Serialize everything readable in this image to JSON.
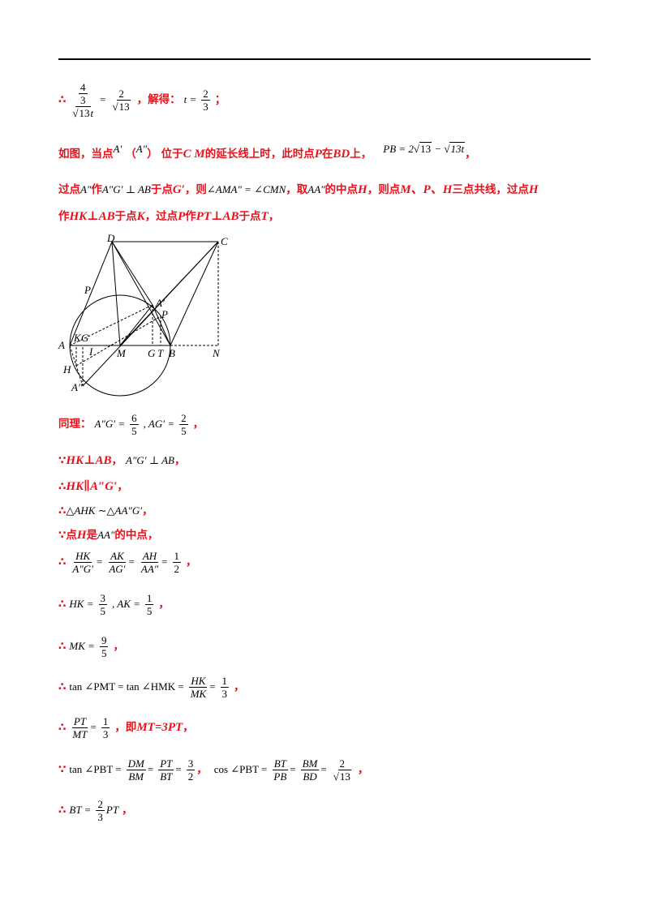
{
  "therefore": "∴",
  "because": "∵",
  "comma": "，",
  "semicolon": "；",
  "line1": {
    "frac_inner_num": "4",
    "frac_inner_den": "3",
    "frac_outer_den_coef": "13",
    "t": "t",
    "eq": "=",
    "rhs_num": "2",
    "rhs_den": "13",
    "solve_text": "，解得：",
    "t_eq": "t =",
    "t_num": "2",
    "t_den": "3"
  },
  "line2": {
    "text_a": "如图，当点",
    "a_prime": "A′",
    "paren_open": "（",
    "a_dprime": "A″",
    "paren_close": "）",
    "text_b": "位于",
    "cm": "C M",
    "text_c": "的延长线上时，此时点",
    "p": "P",
    "text_d": "在",
    "bd": "BD",
    "text_e": "上，",
    "pb_expr": "PB = 2",
    "r13": "13",
    "minus": "−",
    "r13t": "13t"
  },
  "line3": {
    "text_a": "过点",
    "a_dprime": "A″",
    "text_b": "作",
    "perp_expr": "A″G′ ⊥ AB",
    "text_c": "于点",
    "g": "G′",
    "text_d": "，则",
    "angle_expr": "∠AMA″ = ∠CMN",
    "text_e": "，取",
    "aa": "AA″",
    "text_f": "的中点",
    "h": "H",
    "text_g": "，则点",
    "mph": "M、P、H",
    "text_h": "三点共线，过点",
    "h2": "H"
  },
  "line4": {
    "text_a": "作",
    "hk": "HK⊥AB",
    "text_b": "于点",
    "k": "K",
    "text_c": "，过点",
    "p": "P",
    "text_d": "作",
    "pt": "PT⊥AB",
    "text_e": "于点",
    "t": "T",
    "text_f": "，"
  },
  "figure": {
    "labels": {
      "D": "D",
      "C": "C",
      "P_top": "P",
      "A_prime": "A′",
      "P_mid": "P",
      "A": "A",
      "K": "K",
      "G": "G",
      "I": "I",
      "M": "M",
      "G2": "G",
      "T": "T",
      "B": "B",
      "N": "N",
      "H": "H",
      "A_dprime": "A″"
    }
  },
  "same": {
    "label": "同理：",
    "expr_a": "A″G′ =",
    "n1": "6",
    "d1": "5",
    "expr_b": ", AG′ =",
    "n2": "2",
    "d2": "5"
  },
  "because_hk": {
    "hk": "HK⊥AB",
    "sep": "，",
    "expr": "A″G′ ⊥ AB"
  },
  "parallel": {
    "text": "HK∥A″G′"
  },
  "similar": {
    "expr": "△AHK ∼△AA″G′"
  },
  "midpoint": {
    "a": "点",
    "h": "H",
    "b": "是",
    "aa": "AA″",
    "c": "的中点"
  },
  "ratios": {
    "n1": "HK",
    "d1": "A″G′",
    "eq1": "=",
    "n2": "AK",
    "d2": "AG′",
    "eq2": "=",
    "n3": "AH",
    "d3": "AA″",
    "eq3": "=",
    "n4": "1",
    "d4": "2"
  },
  "hk_ak": {
    "hk": "HK =",
    "n1": "3",
    "d1": "5",
    "ak": ", AK =",
    "n2": "1",
    "d2": "5"
  },
  "mk": {
    "mk": "MK =",
    "n": "9",
    "d": "5"
  },
  "tan1": {
    "expr": "tan ∠PMT = tan ∠HMK =",
    "n1": "HK",
    "d1": "MK",
    "eq": "=",
    "n2": "1",
    "d2": "3"
  },
  "ptmt": {
    "n": "PT",
    "d": "MT",
    "eq": "=",
    "n2": "1",
    "d2": "3",
    "tail": "，即",
    "mt": "MT=3PT",
    "end": "，"
  },
  "tan2": {
    "expr": "tan ∠PBT =",
    "n1": "DM",
    "d1": "BM",
    "eq1": "=",
    "n2": "PT",
    "d2": "BT",
    "eq2": "=",
    "n3": "3",
    "d3": "2",
    "cos": "cos ∠PBT =",
    "n4": "BT",
    "d4": "PB",
    "eq3": "=",
    "n5": "BM",
    "d5": "BD",
    "eq4": "=",
    "n6": "2",
    "d6": "13"
  },
  "bt": {
    "expr": "BT =",
    "n": "2",
    "d": "3",
    "pt": "PT"
  }
}
